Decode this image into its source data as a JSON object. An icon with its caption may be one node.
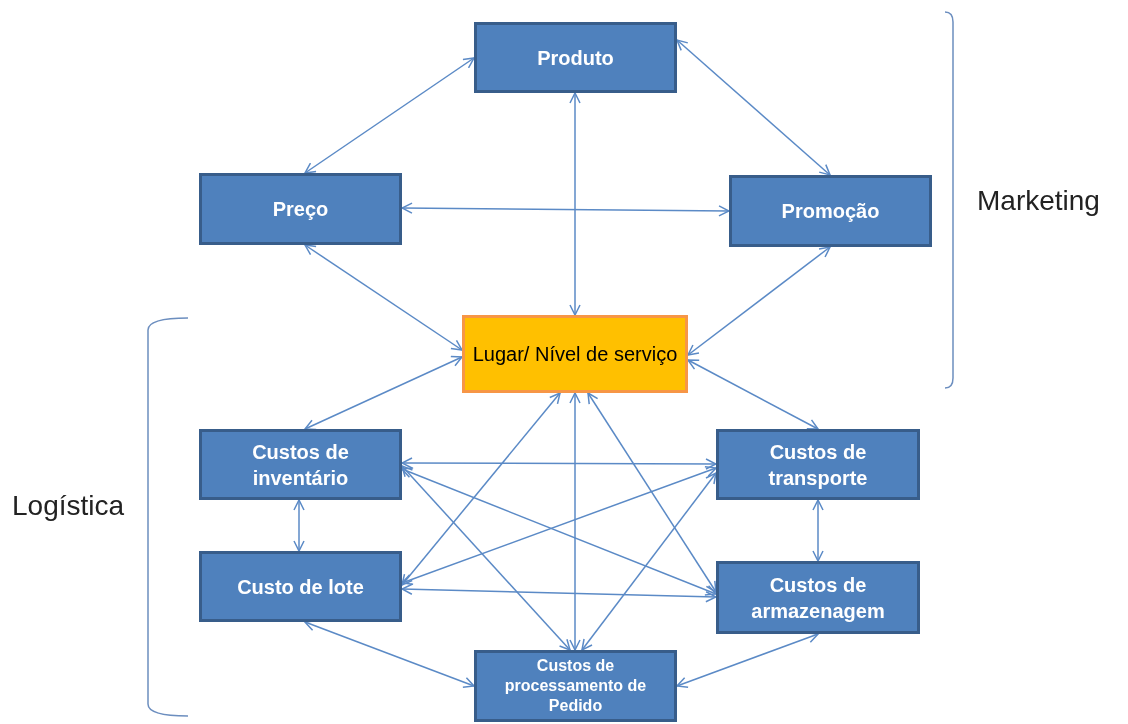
{
  "diagram": {
    "nodes": [
      {
        "text": [
          "Produto"
        ]
      },
      {
        "text": [
          "Preço"
        ]
      },
      {
        "text": [
          "Promoção"
        ]
      },
      {
        "text": [
          "Lugar/ Nível de serviço"
        ]
      },
      {
        "text": [
          "Custos de inventário"
        ]
      },
      {
        "text": [
          "Custos de transporte"
        ]
      },
      {
        "text": [
          "Custo de lote"
        ]
      },
      {
        "text": [
          "Custos de armazenagem"
        ]
      },
      {
        "text": [
          "Custos de processamento de Pedido"
        ]
      }
    ],
    "edges": [
      {
        "from": 0,
        "to": 1,
        "arrow": "both"
      },
      {
        "from": 0,
        "to": 2,
        "arrow": "both"
      },
      {
        "from": 0,
        "to": 3,
        "arrow": "both"
      },
      {
        "from": 1,
        "to": 2,
        "arrow": "both"
      },
      {
        "from": 1,
        "to": 3,
        "arrow": "both"
      },
      {
        "from": 2,
        "to": 3,
        "arrow": "both"
      },
      {
        "from": 3,
        "to": 4,
        "arrow": "both"
      },
      {
        "from": 3,
        "to": 5,
        "arrow": "both"
      },
      {
        "from": 3,
        "to": 6,
        "arrow": "both"
      },
      {
        "from": 3,
        "to": 7,
        "arrow": "both"
      },
      {
        "from": 3,
        "to": 8,
        "arrow": "both"
      },
      {
        "from": 4,
        "to": 5,
        "arrow": "both"
      },
      {
        "from": 4,
        "to": 6,
        "arrow": "both"
      },
      {
        "from": 4,
        "to": 7,
        "arrow": "both"
      },
      {
        "from": 4,
        "to": 8,
        "arrow": "both"
      },
      {
        "from": 6,
        "to": 5,
        "arrow": "both"
      },
      {
        "from": 6,
        "to": 7,
        "arrow": "both"
      },
      {
        "from": 5,
        "to": 7,
        "arrow": "both"
      },
      {
        "from": 5,
        "to": 8,
        "arrow": "both"
      },
      {
        "from": 6,
        "to": 8,
        "arrow": "both"
      },
      {
        "from": 7,
        "to": 8,
        "arrow": "both"
      }
    ],
    "labels": [
      "Marketing",
      "Logística"
    ]
  }
}
